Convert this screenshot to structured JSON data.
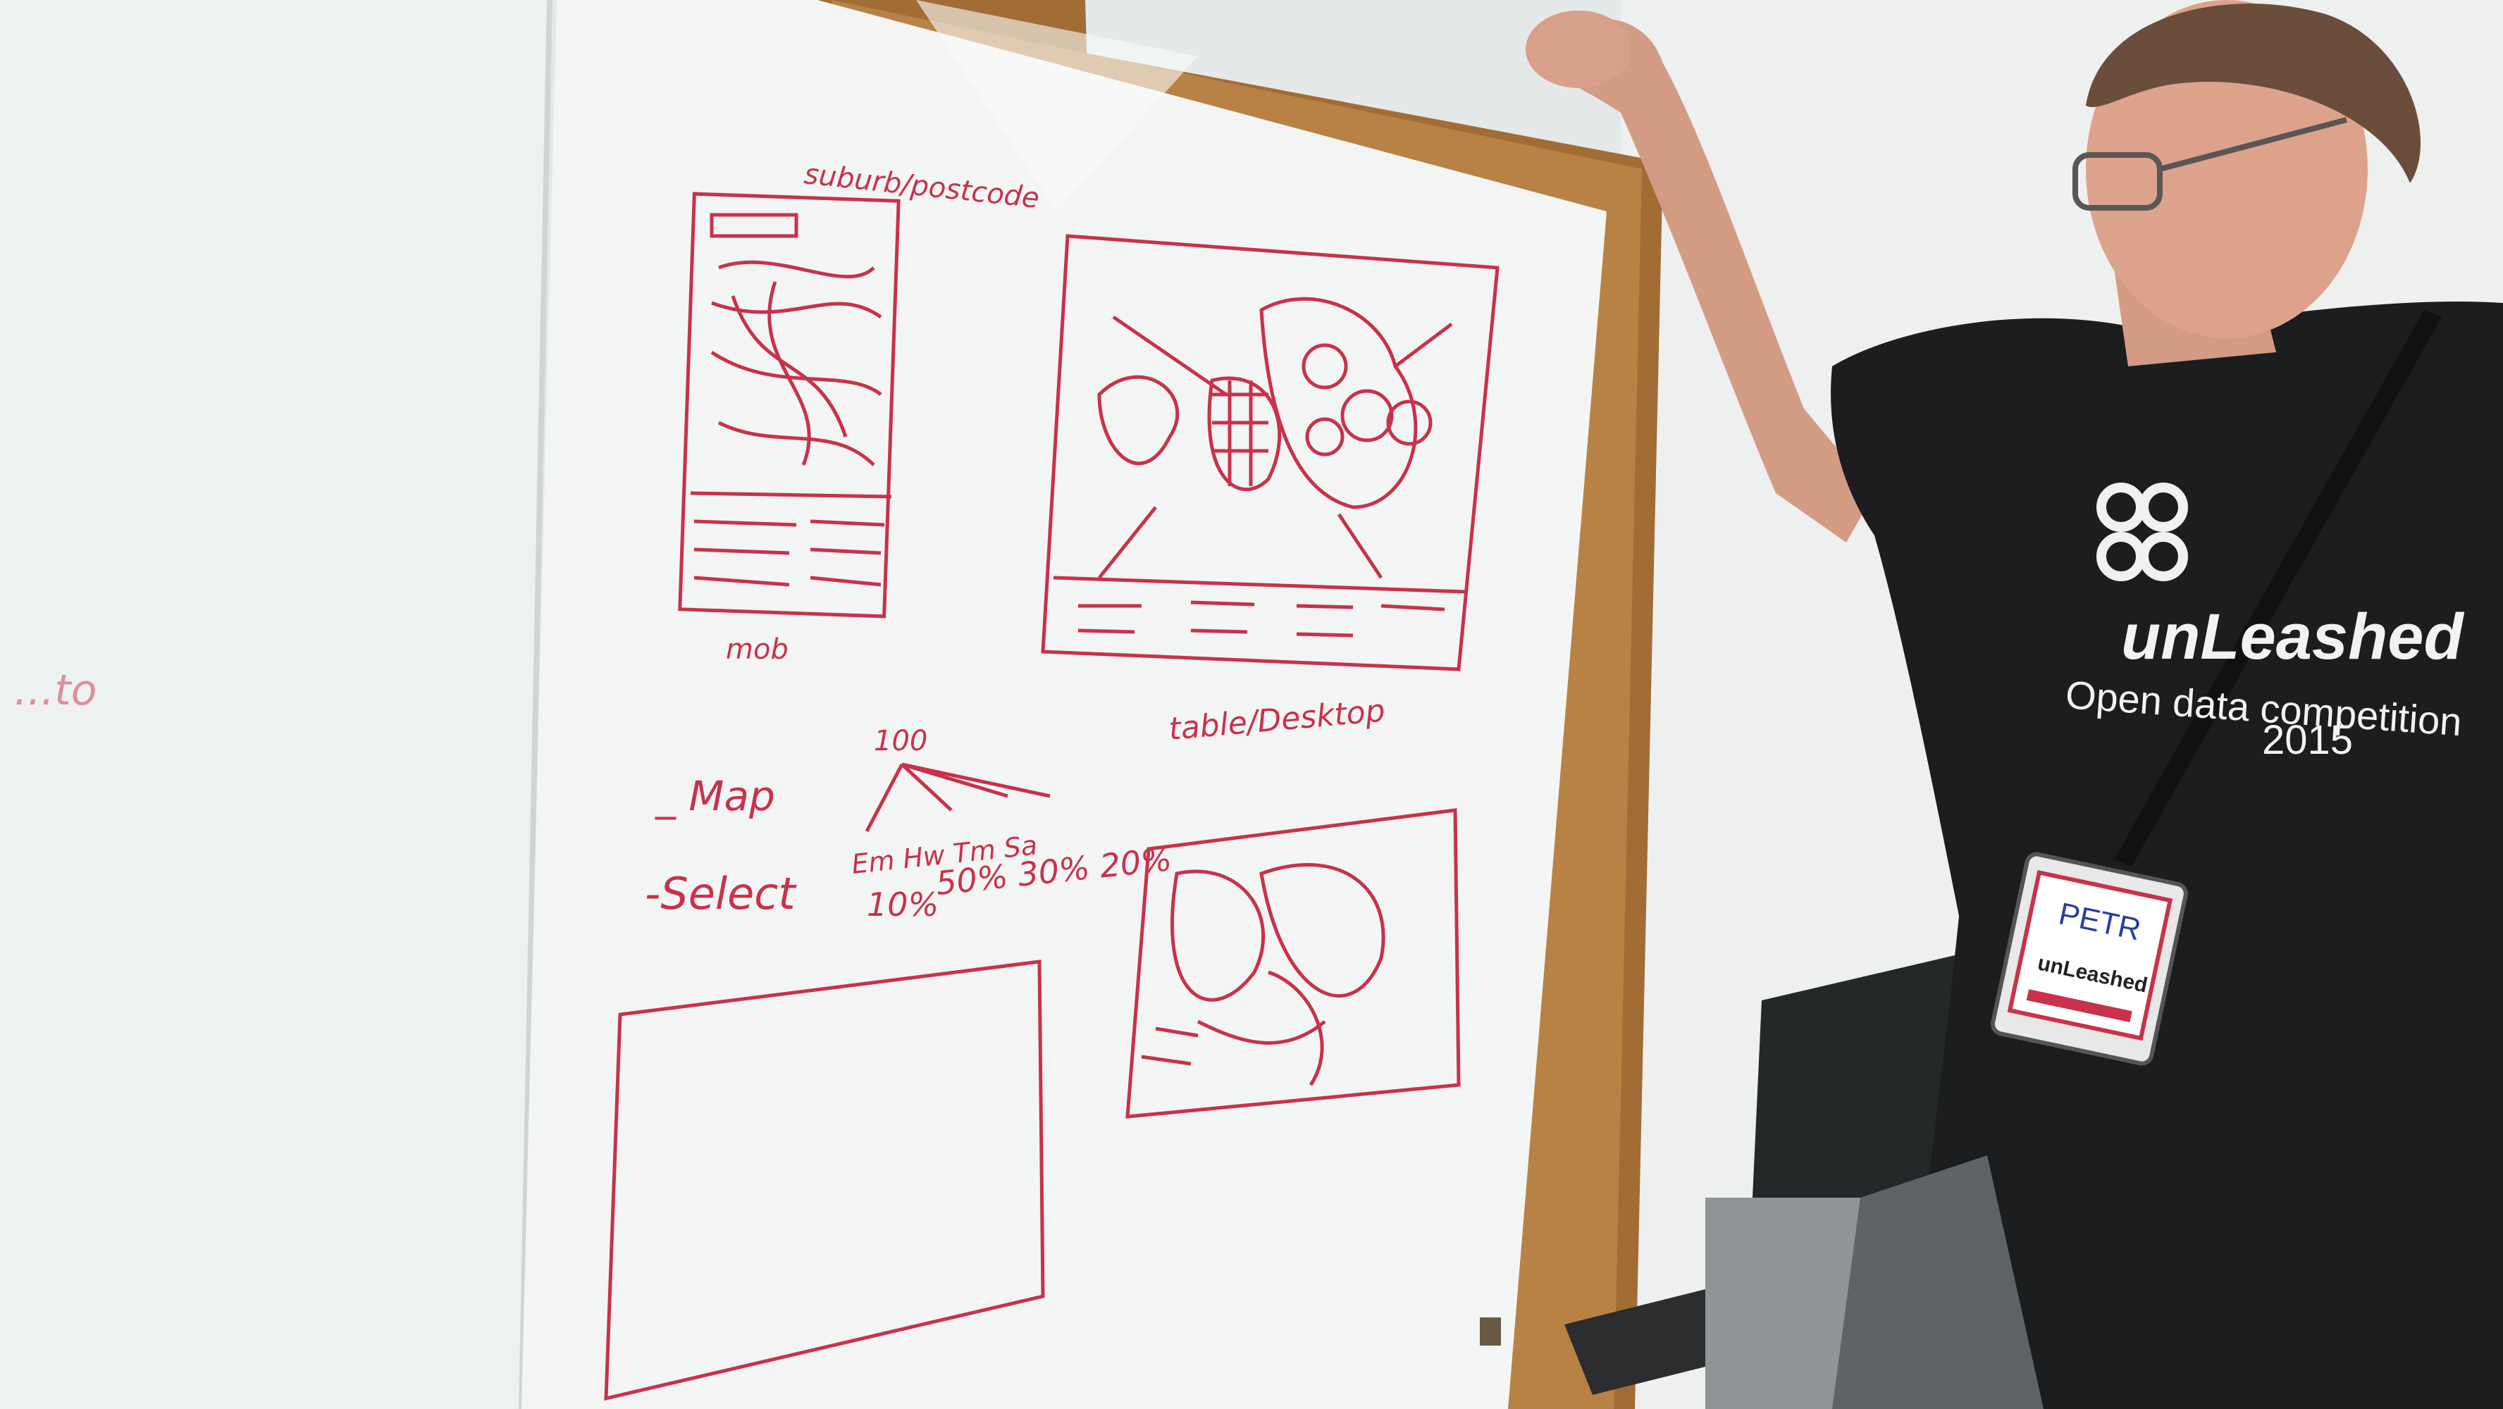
{
  "whiteboard": {
    "ink_color": "#c8324a",
    "sketch_mobile": {
      "top_note": "suburb/postcode",
      "caption": "mob"
    },
    "sketch_desktop": {
      "caption": "table/Desktop"
    },
    "notes": {
      "map": "_ Map",
      "select": "-Select",
      "total": "100",
      "categories": "Em  Hw  Tm  Sa",
      "percent_a": "50% 30% 20%",
      "percent_b": "10%"
    }
  },
  "person": {
    "shirt": {
      "brand": "unLeashed",
      "tagline": "Open data competition",
      "year": "2015"
    },
    "badge": {
      "name": "PETR",
      "brand": "unLeashed"
    }
  },
  "colors": {
    "wall": "#e6eaea",
    "board": "#f4f6f6",
    "frame": "#b07a3e",
    "shirt": "#1a1c1d",
    "skin": "#d8a08a"
  }
}
